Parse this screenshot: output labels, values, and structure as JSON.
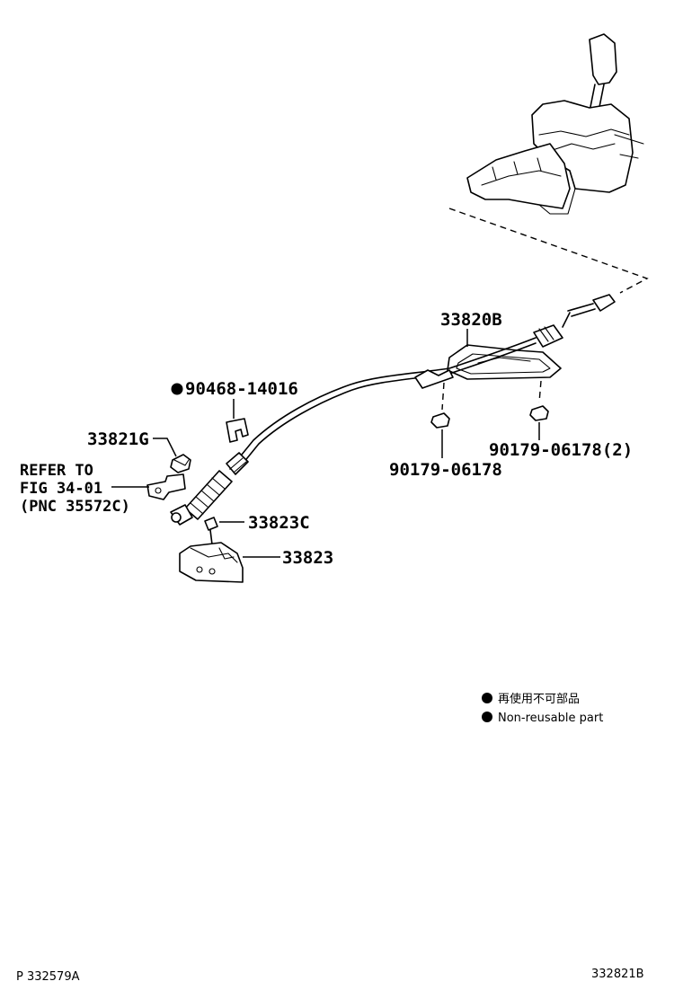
{
  "parts": {
    "p33820B": "33820B",
    "p90468": "90468-14016",
    "p33821G": "33821G",
    "p90179a": "90179-06178",
    "p90179b": "90179-06178(2)",
    "p33823C": "33823C",
    "p33823": "33823"
  },
  "refer": {
    "line1": "REFER TO",
    "line2": "FIG 34-01",
    "line3": "(PNC 35572C)"
  },
  "legend": {
    "jp": "再使用不可部品",
    "en": "Non-reusable part"
  },
  "footer": {
    "left": "P 332579A",
    "right": "332821B"
  }
}
